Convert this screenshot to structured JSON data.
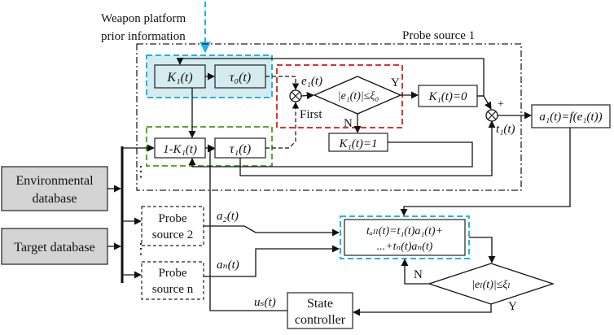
{
  "weapon_info": {
    "line1": "Weapon platform",
    "line2": "prior information"
  },
  "probe_source_1": {
    "title": "Probe source 1"
  },
  "blocks": {
    "k1": "K₁(t)",
    "tau0": "τ₀(t)",
    "one_minus_k1": "1-K₁(t)",
    "tau1": "τ₁(t)",
    "cond": "|e₁(t)|≤ξ₀",
    "k1_zero": "K₁(t)=0",
    "k1_one": "K₁(t)=1",
    "afunc": "a₁(t)=f(e₁(t))"
  },
  "signals": {
    "e1": "e₁(t)",
    "t1": "t₁(t)",
    "plus": "+",
    "first": "First",
    "y": "Y",
    "n": "N",
    "dots_left": "⋮",
    "a2": "a₂(t)",
    "an": "aₙ(t)",
    "us": "uₛ(t)"
  },
  "databases": {
    "environmental": {
      "line1": "Environmental",
      "line2": "database"
    },
    "target": "Target database"
  },
  "probe_sources": {
    "ps2": {
      "line1": "Probe",
      "line2": "source 2"
    },
    "psn": {
      "line1": "Probe",
      "line2": "source n"
    }
  },
  "fusion": {
    "line1": "tₐₗₗ(t)=t₁(t)a₁(t)+",
    "line2": "...+tₙ(t)aₙ(t)"
  },
  "final_cond": {
    "text": "|eₗ(t)|≤ξₗ",
    "n": "N",
    "y": "Y"
  },
  "state_controller": {
    "line1": "State",
    "line2": "controller"
  },
  "colors": {
    "blue": "#21b3e6",
    "green": "#5aa832",
    "red": "#e0322d",
    "gray": "#d4d4d4",
    "teal_fill": "#d4ecef"
  }
}
